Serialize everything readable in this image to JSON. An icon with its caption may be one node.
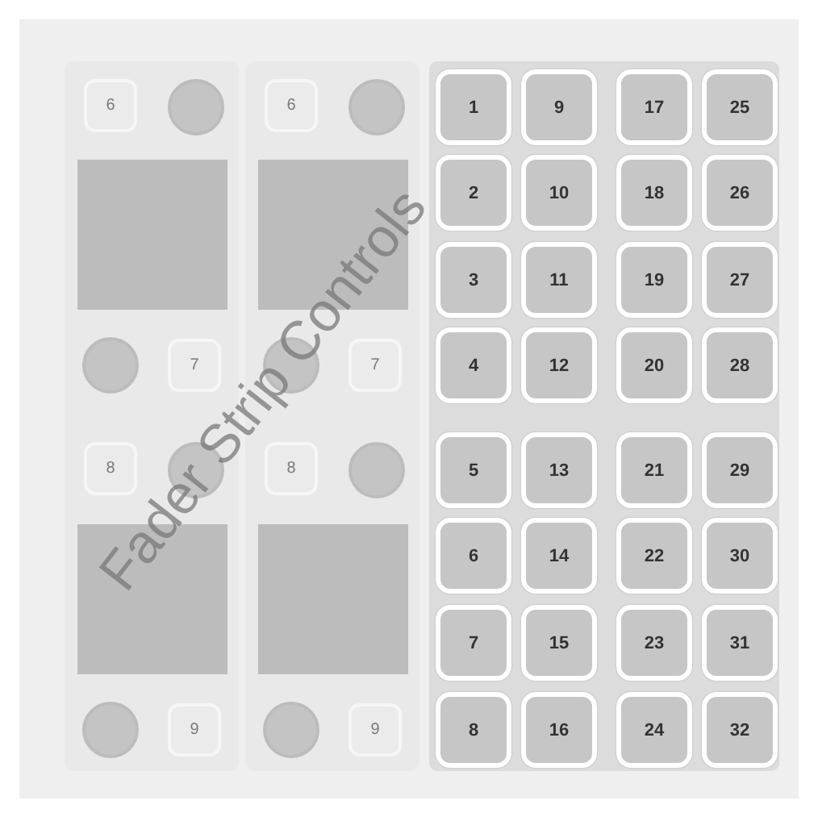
{
  "diagram": {
    "nodes": [
      {
        "text": [
          "6"
        ]
      },
      {
        "text": [],
        "shape": "box"
      },
      {
        "text": [
          "7"
        ]
      },
      {
        "text": [
          "8"
        ]
      },
      {
        "text": [],
        "shape": "box"
      },
      {
        "text": [
          "9"
        ]
      },
      {
        "text": [
          "6"
        ]
      },
      {
        "text": [],
        "shape": "box"
      },
      {
        "text": [
          "7"
        ]
      },
      {
        "text": [
          "8"
        ]
      },
      {
        "text": [],
        "shape": "box"
      },
      {
        "text": [
          "9"
        ]
      },
      {
        "text": [
          "1"
        ]
      },
      {
        "text": [
          "9"
        ]
      },
      {
        "text": [
          "17"
        ]
      },
      {
        "text": [
          "25"
        ]
      },
      {
        "text": [
          "2"
        ]
      },
      {
        "text": [
          "10"
        ]
      },
      {
        "text": [
          "18"
        ]
      },
      {
        "text": [
          "26"
        ]
      },
      {
        "text": [
          "3"
        ]
      },
      {
        "text": [
          "11"
        ]
      },
      {
        "text": [
          "19"
        ]
      },
      {
        "text": [
          "27"
        ]
      },
      {
        "text": [
          "4"
        ]
      },
      {
        "text": [
          "12"
        ]
      },
      {
        "text": [
          "20"
        ]
      },
      {
        "text": [
          "28"
        ]
      },
      {
        "text": [
          "5"
        ]
      },
      {
        "text": [
          "13"
        ]
      },
      {
        "text": [
          "21"
        ]
      },
      {
        "text": [
          "29"
        ]
      },
      {
        "text": [
          "6"
        ]
      },
      {
        "text": [
          "14"
        ]
      },
      {
        "text": [
          "22"
        ]
      },
      {
        "text": [
          "30"
        ]
      },
      {
        "text": [
          "7"
        ]
      },
      {
        "text": [
          "15"
        ]
      },
      {
        "text": [
          "23"
        ]
      },
      {
        "text": [
          "31"
        ]
      },
      {
        "text": [
          "8"
        ]
      },
      {
        "text": [
          "16"
        ]
      },
      {
        "text": [
          "24"
        ]
      },
      {
        "text": [
          "32"
        ]
      }
    ],
    "labels": [
      "Fader Strip Controls"
    ]
  }
}
